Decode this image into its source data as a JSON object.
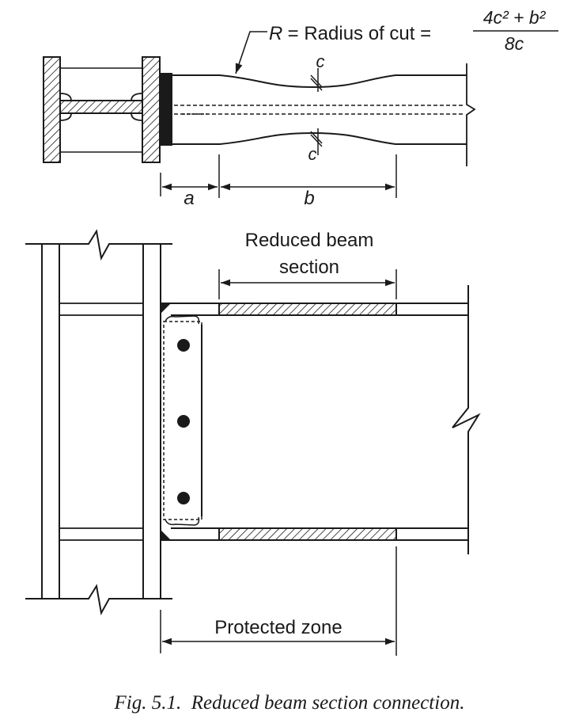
{
  "formula": {
    "lhs_var": "R",
    "lhs_text": " = Radius of cut = ",
    "numerator": "4c² + b²",
    "denominator": "8c"
  },
  "dimensions": {
    "cut_depth_top": "c",
    "cut_depth_bottom": "c",
    "a": "a",
    "b": "b"
  },
  "labels": {
    "rbs_line1": "Reduced beam",
    "rbs_line2": "section",
    "protected_zone": "Protected zone"
  },
  "caption": "Fig. 5.1.  Reduced beam section connection."
}
